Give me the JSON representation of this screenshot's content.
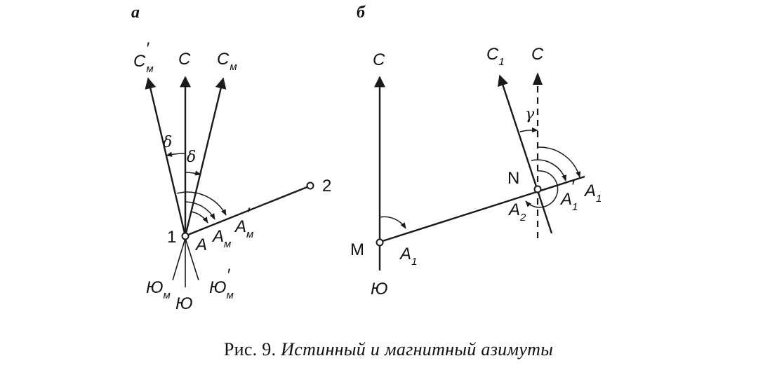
{
  "panels": {
    "a": "а",
    "b": "б"
  },
  "left": {
    "north": "С",
    "mag_north": "С",
    "mag_north_sub": "м",
    "mag_north2": "С",
    "mag_north2_sub": "м",
    "mag_north2_prime": "′",
    "south": "Ю",
    "mag_south": "Ю",
    "mag_south_sub": "м",
    "mag_south2": "Ю",
    "mag_south2_sub": "м",
    "mag_south2_prime": "′",
    "delta1": "δ",
    "delta2": "δ",
    "point1": "1",
    "point2": "2",
    "az_true": "A",
    "az_mag": "A",
    "az_mag_sub": "м",
    "az_mag2": "A",
    "az_mag2_sub": "м",
    "az_mag2_prime": "′"
  },
  "right": {
    "north": "С",
    "south": "Ю",
    "north_c1": "С",
    "north_c1_sub": "1",
    "north_c": "С",
    "gamma": "γ",
    "point_m": "M",
    "point_n": "N",
    "az_a1": "A",
    "az_a1_sub": "1",
    "az_a1n": "A",
    "az_a1n_sub": "1",
    "az_a1p": "A",
    "az_a1p_sub": "1",
    "az_a1p_prime": "′",
    "az_a2": "A",
    "az_a2_sub": "2"
  },
  "caption": {
    "prefix": "Рис. 9.",
    "title": "Истинный и магнитный азимуты"
  }
}
